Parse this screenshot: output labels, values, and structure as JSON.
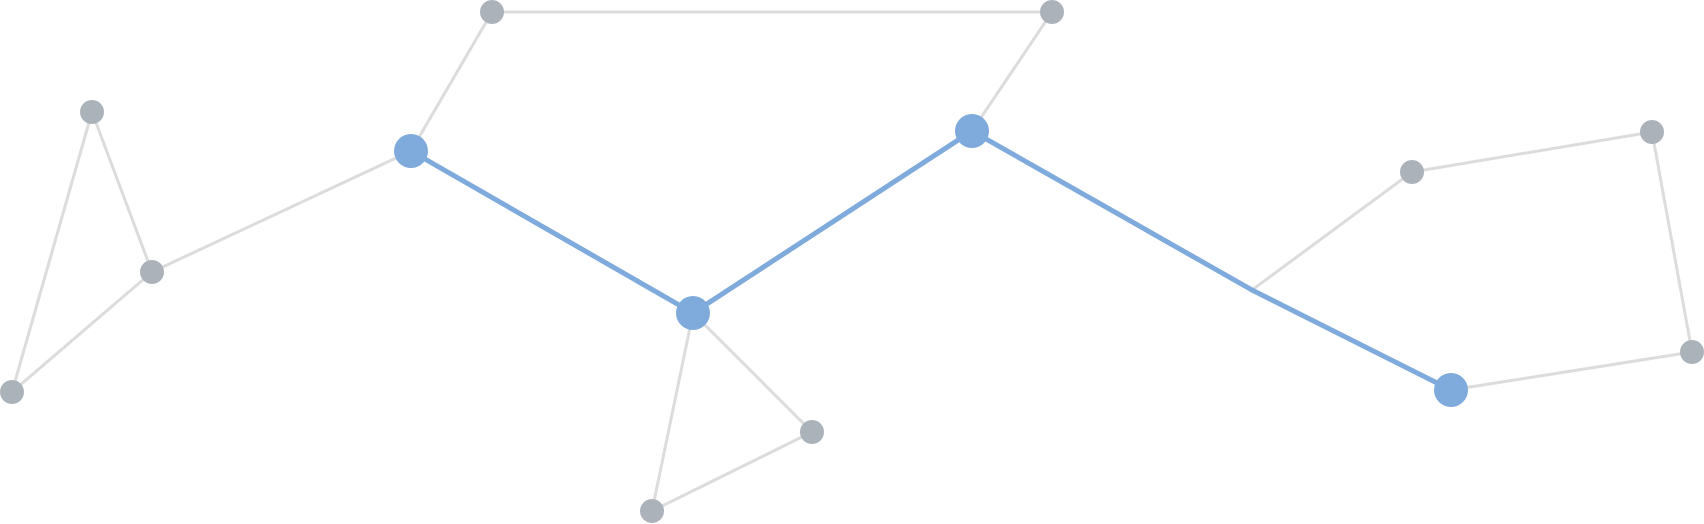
{
  "colors": {
    "background": "#ffffff",
    "edge": "#dcdcdc",
    "highlight_edge": "#7faadc",
    "node": "#abb2ba",
    "highlight_node": "#7faadc"
  },
  "graph": {
    "nodes": [
      {
        "id": "n1",
        "highlighted": false
      },
      {
        "id": "n2",
        "highlighted": false
      },
      {
        "id": "n3",
        "highlighted": false
      },
      {
        "id": "n4",
        "highlighted": true
      },
      {
        "id": "n5",
        "highlighted": false
      },
      {
        "id": "n6",
        "highlighted": false
      },
      {
        "id": "n7",
        "highlighted": true
      },
      {
        "id": "n8",
        "highlighted": false
      },
      {
        "id": "n9",
        "highlighted": false
      },
      {
        "id": "n10",
        "highlighted": true
      },
      {
        "id": "n11",
        "highlighted": false
      },
      {
        "id": "n12",
        "highlighted": false
      },
      {
        "id": "n13",
        "highlighted": false
      },
      {
        "id": "n14",
        "highlighted": true
      }
    ],
    "edges": [
      {
        "from": "n1",
        "to": "n2",
        "highlighted": false
      },
      {
        "from": "n1",
        "to": "n3",
        "highlighted": false
      },
      {
        "from": "n2",
        "to": "n3",
        "highlighted": false
      },
      {
        "from": "n2",
        "to": "n4",
        "highlighted": false
      },
      {
        "from": "n4",
        "to": "n5",
        "highlighted": false
      },
      {
        "from": "n5",
        "to": "n6",
        "highlighted": false
      },
      {
        "from": "n6",
        "to": "n10",
        "highlighted": false
      },
      {
        "from": "n4",
        "to": "n7",
        "highlighted": true
      },
      {
        "from": "n7",
        "to": "n8",
        "highlighted": false
      },
      {
        "from": "n7",
        "to": "n9",
        "highlighted": false
      },
      {
        "from": "n8",
        "to": "n9",
        "highlighted": false
      },
      {
        "from": "n7",
        "to": "n10",
        "highlighted": true
      },
      {
        "from": "n10",
        "to": "junction",
        "highlighted": true
      },
      {
        "from": "junction",
        "to": "n14",
        "highlighted": true
      },
      {
        "from": "junction",
        "to": "n11",
        "highlighted": false
      },
      {
        "from": "n11",
        "to": "n12",
        "highlighted": false
      },
      {
        "from": "n12",
        "to": "n13",
        "highlighted": false
      },
      {
        "from": "n13",
        "to": "n14",
        "highlighted": false
      }
    ]
  }
}
